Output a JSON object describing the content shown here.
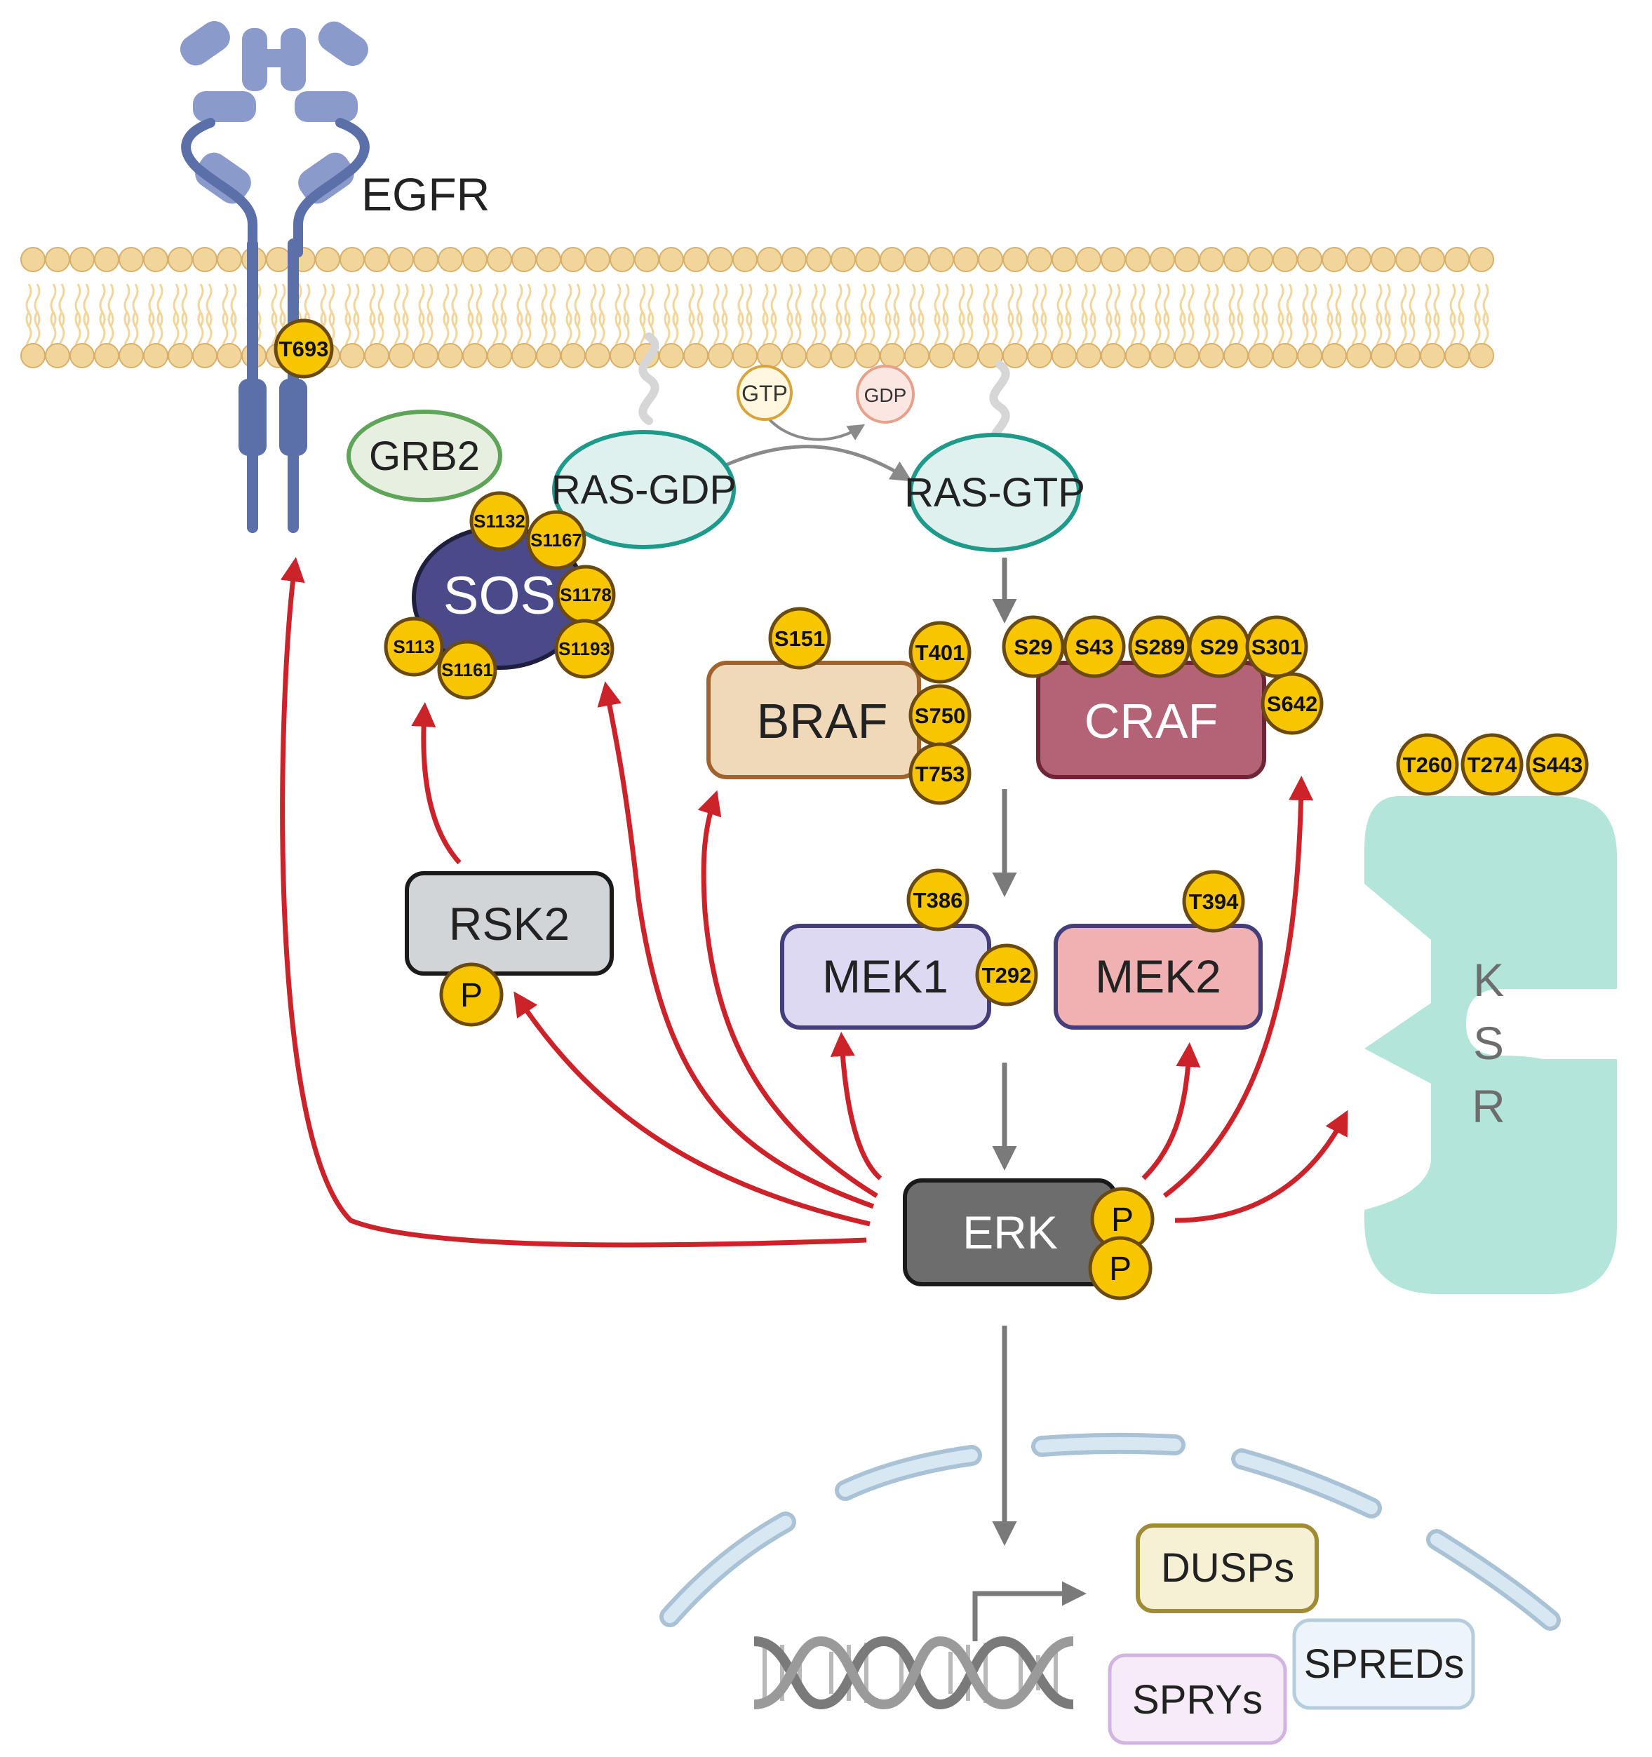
{
  "labels": {
    "egfr": "EGFR",
    "grb2": "GRB2",
    "sos": "SOS",
    "ras_gdp": "RAS-GDP",
    "ras_gtp": "RAS-GTP",
    "gtp": "GTP",
    "gdp": "GDP",
    "braf": "BRAF",
    "craf": "CRAF",
    "rsk2": "RSK2",
    "mek1": "MEK1",
    "mek2": "MEK2",
    "erk": "ERK",
    "ksr_k": "K",
    "ksr_s": "S",
    "ksr_r": "R",
    "dusps": "DUSPs",
    "spreds": "SPREDs",
    "sprys": "SPRYs"
  },
  "sites": {
    "egfr": [
      "T693"
    ],
    "sos": [
      "S1132",
      "S1167",
      "S1178",
      "S1193",
      "S113",
      "S1161"
    ],
    "braf": [
      "S151",
      "T401",
      "S750",
      "T753"
    ],
    "craf": [
      "S29",
      "S43",
      "S289",
      "S29",
      "S301",
      "S642"
    ],
    "mek1": [
      "T386",
      "T292"
    ],
    "mek2": [
      "T394"
    ],
    "ksr": [
      "T260",
      "T274",
      "S443"
    ]
  },
  "phospho": {
    "rsk2": "P",
    "erk_1": "P",
    "erk_2": "P"
  },
  "colors": {
    "membrane_head": "#f2d59a",
    "membrane_head_stroke": "#d8b06a",
    "egfr": "#5b6fa8",
    "egfr_light": "#8a9acb",
    "site_fill": "#f7c600",
    "site_stroke": "#6b4a10",
    "arrow_red": "#cc2229",
    "arrow_gray": "#7a7a7a",
    "sos": "#4a4a8a",
    "grb2_fill": "#e6efe0",
    "grb2_stroke": "#5ea55a",
    "ras_fill": "#dff1ee",
    "ras_stroke": "#1e9a8a",
    "braf_fill": "#f0d9b8",
    "braf_stroke": "#a0632e",
    "craf_fill": "#b46275",
    "craf_stroke": "#6e2637",
    "rsk2_fill": "#d2d5d8",
    "mek1_fill": "#ddd9f2",
    "mek1_stroke": "#443e7a",
    "mek2_fill": "#efb1b1",
    "mek2_stroke": "#443e7a",
    "erk_fill": "#6d6d6d",
    "ksr_fill": "#b3e5da",
    "nucleus": "#d2e4f0",
    "dusps_fill": "#f6f0d4",
    "dusps_stroke": "#a08a34",
    "spreds_fill": "#eef5fa",
    "spreds_stroke": "#b6cddd",
    "sprys_fill": "#f5ecf7",
    "sprys_stroke": "#d2b4e0"
  }
}
